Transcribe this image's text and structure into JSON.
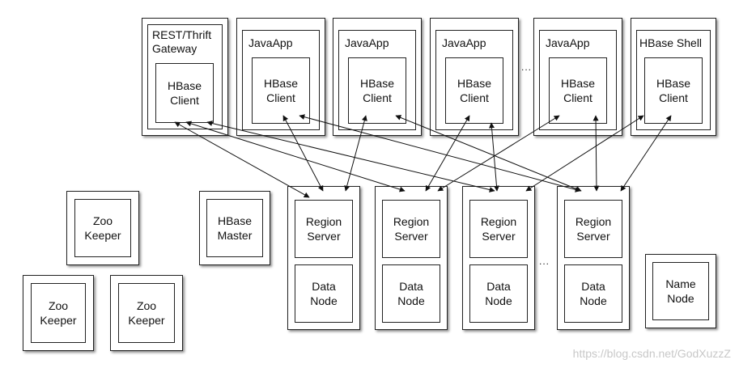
{
  "clients": {
    "rest_gateway": {
      "title": "REST/Thrift\nGateway",
      "inner": "HBase\nClient"
    },
    "javaapp1": {
      "title": "JavaApp",
      "inner": "HBase\nClient"
    },
    "javaapp2": {
      "title": "JavaApp",
      "inner": "HBase\nClient"
    },
    "javaapp3": {
      "title": "JavaApp",
      "inner": "HBase\nClient"
    },
    "javaapp4": {
      "title": "JavaApp",
      "inner": "HBase\nClient"
    },
    "hbase_shell": {
      "title": "HBase Shell",
      "inner": "HBase\nClient"
    }
  },
  "servers": [
    {
      "region": "Region\nServer",
      "data": "Data\nNode"
    },
    {
      "region": "Region\nServer",
      "data": "Data\nNode"
    },
    {
      "region": "Region\nServer",
      "data": "Data\nNode"
    },
    {
      "region": "Region\nServer",
      "data": "Data\nNode"
    }
  ],
  "zookeepers": [
    "Zoo\nKeeper",
    "Zoo\nKeeper",
    "Zoo\nKeeper"
  ],
  "hbase_master": "HBase\nMaster",
  "name_node": "Name\nNode",
  "ellipsis_top": "...",
  "ellipsis_bottom": "...",
  "watermark": "https://blog.csdn.net/GodXuzzZ"
}
